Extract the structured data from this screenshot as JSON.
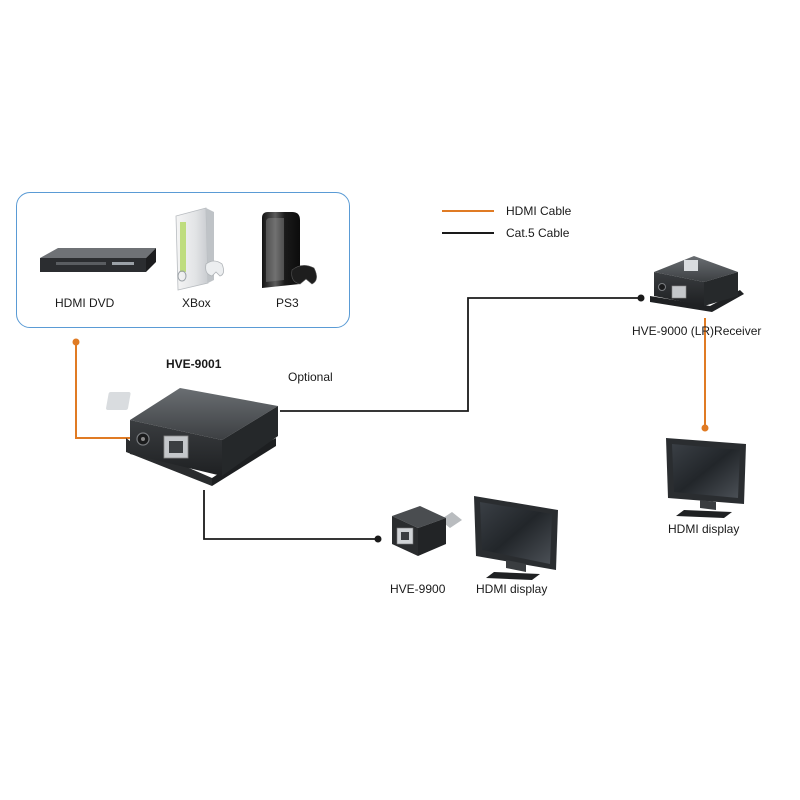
{
  "legend": {
    "hdmi_cable": "HDMI Cable",
    "cat5_cable": "Cat.5 Cable",
    "hdmi_color": "#e07b24",
    "cat5_color": "#1a1a1a"
  },
  "sources": {
    "dvd": "HDMI DVD",
    "xbox": "XBox",
    "ps3": "PS3",
    "box_border_color": "#5a9bd5"
  },
  "transmitter": {
    "label": "HVE-9001"
  },
  "optional": "Optional",
  "receiver": {
    "label": "HVE-9000 (LR)Receiver"
  },
  "adapter": {
    "label": "HVE-9900"
  },
  "display_bottom": {
    "label": "HDMI display"
  },
  "display_right": {
    "label": "HDMI display"
  }
}
